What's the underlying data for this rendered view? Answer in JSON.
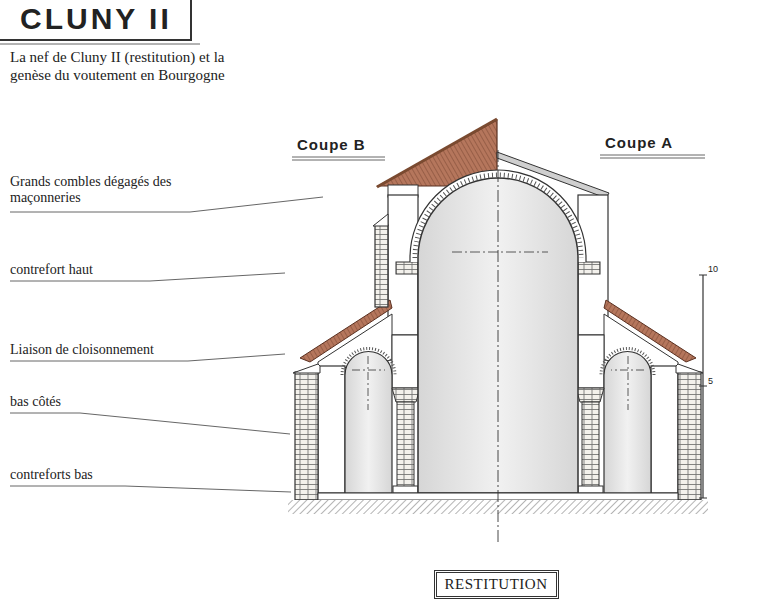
{
  "diagram": {
    "title": "CLUNY II",
    "nodes": [
      {
        "text": [
          "RESTITUTION"
        ]
      }
    ],
    "labels": [
      "La nef de Cluny II (restitution) et la genèse du voutement en Bourgogne",
      "Coupe B",
      "Coupe A",
      "Grands combles dégagés des maçonneries",
      "contrefort haut",
      "Liaison de cloisonnement",
      "bas côtés",
      "contreforts bas",
      "10",
      "5"
    ]
  }
}
